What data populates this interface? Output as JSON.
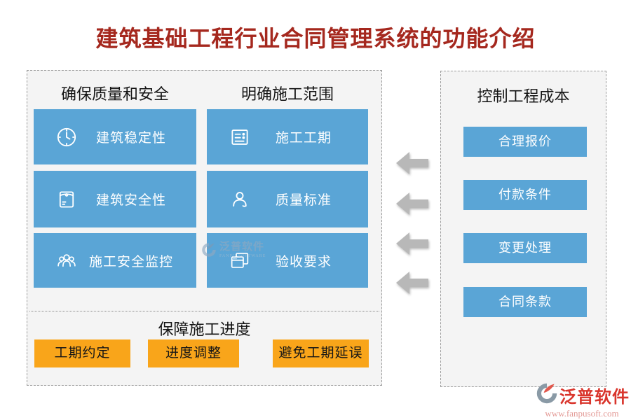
{
  "page": {
    "title": "建筑基础工程行业合同管理系统的功能介绍"
  },
  "colors": {
    "title_red": "#a5281e",
    "feature_blue": "#5aa5d6",
    "progress_orange": "#f9a51a",
    "panel_background": "#f4f4f4",
    "dashed_border": "#9b9b9b",
    "arrow_gray": "#b8b8b8",
    "brand_red": "#d9352c"
  },
  "left_panel": {
    "columns": [
      {
        "header": "确保质量和安全",
        "items": [
          {
            "label": "建筑稳定性",
            "icon": "clock-icon"
          },
          {
            "label": "建筑安全性",
            "icon": "document-envelope-icon"
          },
          {
            "label": "施工安全监控",
            "icon": "people-group-icon"
          }
        ]
      },
      {
        "header": "明确施工范围",
        "items": [
          {
            "label": "施工工期",
            "icon": "schedule-board-icon"
          },
          {
            "label": "质量标准",
            "icon": "person-icon"
          },
          {
            "label": "验收要求",
            "icon": "stacked-documents-icon"
          }
        ]
      }
    ],
    "progress": {
      "header": "保障施工进度",
      "buttons": [
        "工期约定",
        "进度调整",
        "避免工期延误"
      ]
    }
  },
  "right_panel": {
    "header": "控制工程成本",
    "buttons": [
      "合理报价",
      "付款条件",
      "变更处理",
      "合同条款"
    ]
  },
  "arrows": {
    "count": 4,
    "direction": "left"
  },
  "watermark": {
    "text": "泛普软件",
    "subtext": "FANPU SOFTWARE"
  },
  "footer": {
    "brand": "泛普软件",
    "url": "www.fanpusoft.com"
  }
}
